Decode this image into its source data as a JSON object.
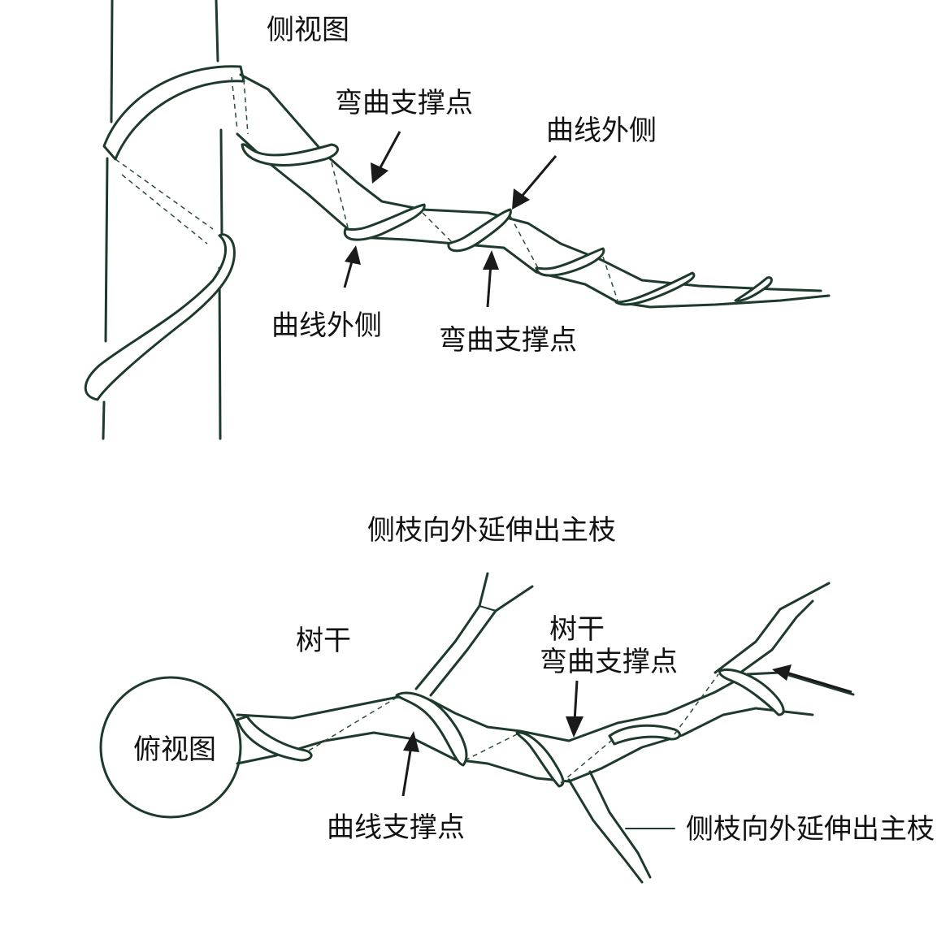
{
  "labels": {
    "side_view": "侧视图",
    "bend_support_1": "弯曲支撑点",
    "curve_outside_1": "曲线外侧",
    "curve_outside_2": "曲线外侧",
    "bend_support_2": "弯曲支撑点",
    "branch_extend_top": "侧枝向外延伸出主枝",
    "trunk_1": "树干",
    "trunk_2": "树干",
    "bend_support_3": "弯曲支撑点",
    "top_view": "俯视图",
    "curve_support": "曲线支撑点",
    "branch_extend_right": "侧枝向外延伸出主枝"
  },
  "colors": {
    "ink": "#1e3a2c",
    "text": "#111111",
    "background": "#ffffff"
  }
}
